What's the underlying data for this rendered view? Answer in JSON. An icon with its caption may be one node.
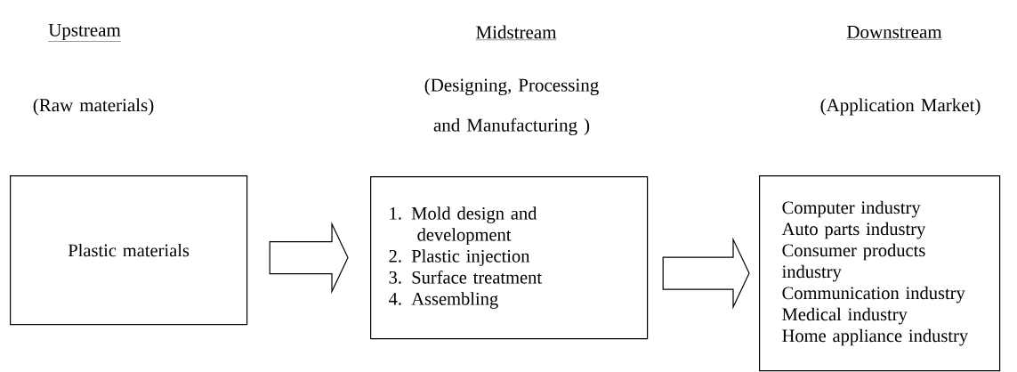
{
  "diagram": {
    "nodes": [
      {
        "text": [
          "Plastic materials"
        ]
      },
      {
        "text": [
          "1. Mold design and development",
          "2. Plastic injection",
          "3. Surface treatment",
          "4. Assembling"
        ]
      },
      {
        "text": [
          "Computer industry",
          "Auto parts industry",
          "Consumer products industry",
          "Communication industry",
          "Medical industry",
          "Home appliance industry"
        ]
      }
    ],
    "edges": [
      {
        "from": 0,
        "to": 1,
        "arrow": "to"
      },
      {
        "from": 1,
        "to": 2,
        "arrow": "to"
      }
    ],
    "labels": [
      "Upstream",
      "Midstream",
      "Downstream",
      "(Raw materials)",
      "(Designing, Processing and Manufacturing )",
      "(Application Market)"
    ]
  }
}
